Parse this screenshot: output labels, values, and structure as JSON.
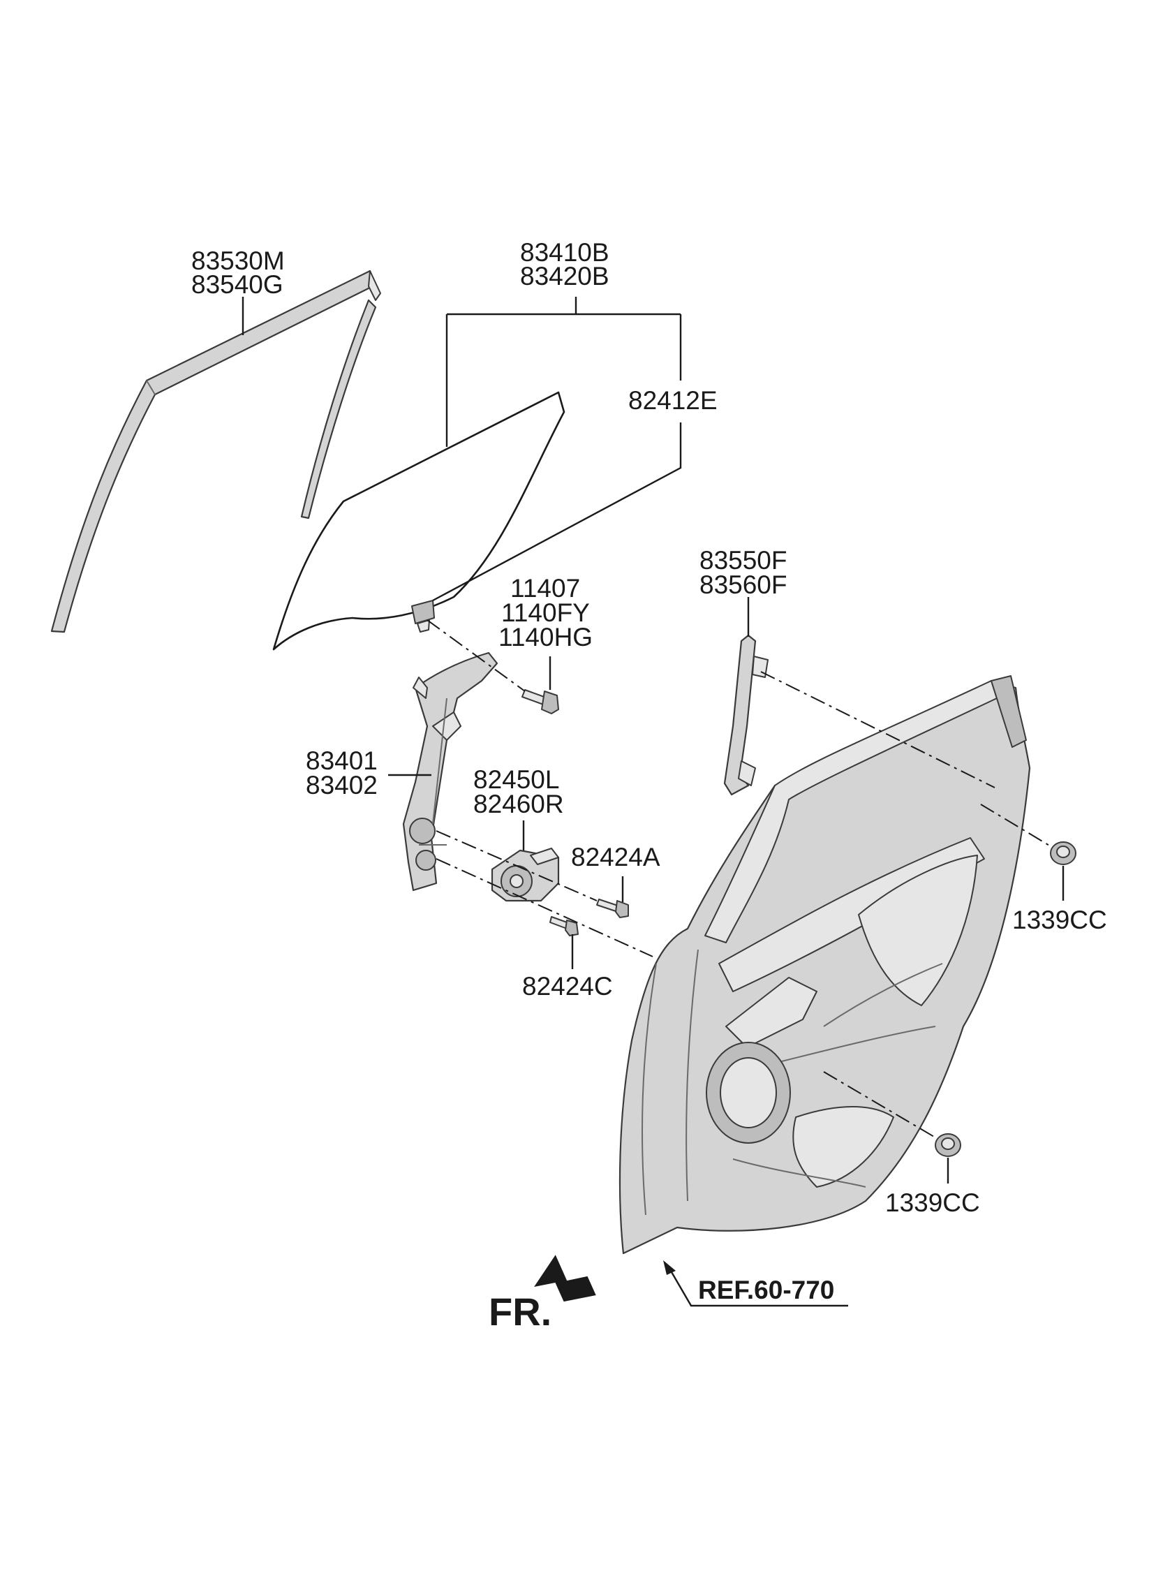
{
  "labels": {
    "weatherstrip_a": "83530M",
    "weatherstrip_b": "83540G",
    "glass_a": "83410B",
    "glass_b": "83420B",
    "glass_run": "82412E",
    "bolt_a": "11407",
    "bolt_b": "1140FY",
    "bolt_c": "1140HG",
    "channel_a": "83550F",
    "channel_b": "83560F",
    "regulator_a": "83401",
    "regulator_b": "83402",
    "motor_a": "82450L",
    "motor_b": "82460R",
    "screw_a": "82424A",
    "screw_c": "82424C",
    "nut_upper": "1339CC",
    "nut_lower": "1339CC",
    "reference": "REF.60-770",
    "front_indicator": "FR."
  },
  "icons": {
    "front_arrow": "front-direction-arrow-icon",
    "reference_arrow": "reference-arrow-icon"
  }
}
